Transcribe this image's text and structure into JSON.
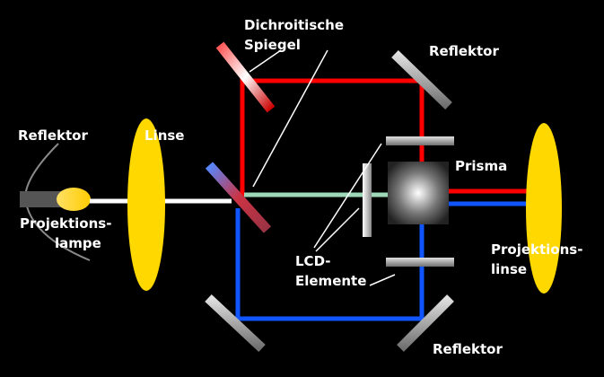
{
  "labels": {
    "dichroic_1": "Dichroitische",
    "dichroic_2": "Spiegel",
    "reflector_top_right": "Reflektor",
    "reflector_left": "Reflektor",
    "lens": "Linse",
    "prism": "Prisma",
    "lamp_1": "Projektions-",
    "lamp_2": "lampe",
    "lcd_1": "LCD-",
    "lcd_2": "Elemente",
    "proj_lens_1": "Projektions-",
    "proj_lens_2": "linse",
    "reflector_bottom_right": "Reflektor"
  },
  "colors": {
    "background": "#000000",
    "red_path": "#ff0000",
    "blue_path": "#1155ff",
    "green_path": "#9fd8b8",
    "white_beam": "#ffffff",
    "lens": "#ffd800",
    "mirror": "#a8a8a8",
    "text": "#ffffff"
  }
}
